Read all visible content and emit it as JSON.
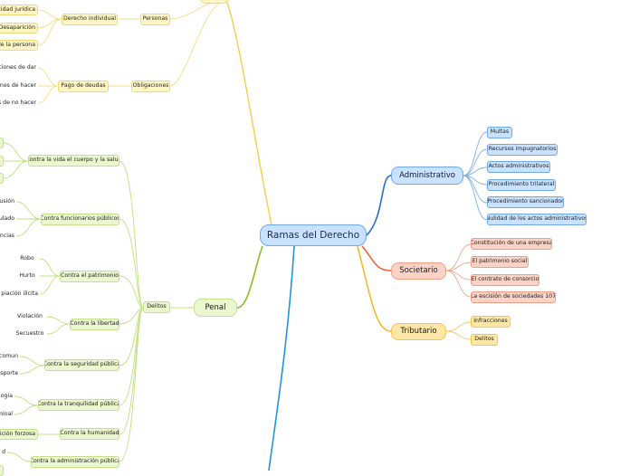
{
  "central": "Ramas del Derecho",
  "administrativo": {
    "title": "Administrativo",
    "items": [
      "Multas",
      "Recursos impugnatorios",
      "Actos administrativos",
      "Procedimiento trilateral",
      "Procedimiento sancionador",
      "Nulidad de los actos administrativos"
    ]
  },
  "societario": {
    "title": "Societario",
    "items": [
      "Constitución de una empresa",
      "El patrimonio social",
      "El contrato de consorcio",
      "La escisión de sociedades 107"
    ]
  },
  "tributario": {
    "title": "Tributario",
    "items": [
      "Infracciones",
      "Delitos"
    ]
  },
  "penal": {
    "title": "Penal",
    "delitos": "Delitos",
    "groups": {
      "vida": "Contra la vida el cuerpo y la salud",
      "funcionarios": "Contra funcionarios públicos",
      "funcionarios_items": [
        "usión",
        "ulado",
        "encias"
      ],
      "patrimonio": "Contra el patrimonio",
      "patrimonio_items": [
        "Robo",
        "Hurto",
        "piación ilícita"
      ],
      "libertad": "Contra la libertad",
      "libertad_items": [
        "Violación",
        "Secuestro"
      ],
      "seguridad": "Contra la seguridad pública",
      "seguridad_items": [
        "comun",
        "sporte"
      ],
      "tranquilidad": "Contra la tranquilidad pública",
      "tranquilidad_items": [
        "ogia",
        "minal"
      ],
      "humanidad": "Contra la humanidad",
      "humanidad_items": [
        "ición forzosa"
      ],
      "administracion": "Contra la administración pública",
      "administracion_items": [
        "d"
      ]
    }
  },
  "civil": {
    "personas": "Personas",
    "derecho_individual": "Derecho individual",
    "derecho_individual_items": [
      "acidad jurídica",
      "Desaparición",
      "de la persona"
    ],
    "obligaciones": "Obligaciones",
    "pago": "Pago de deudas",
    "pago_items": [
      "ciones de dar",
      "nes de hacer",
      "s de no hacer"
    ]
  }
}
